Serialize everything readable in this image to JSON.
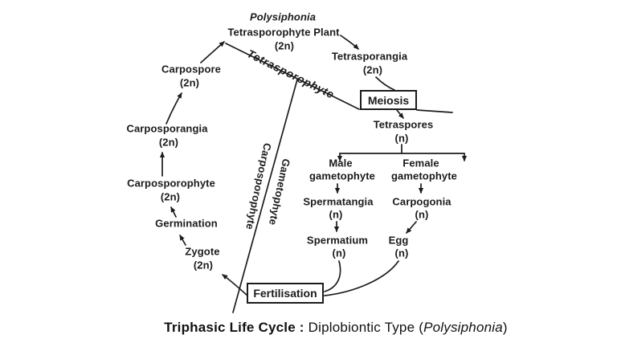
{
  "diagram": {
    "species_title": "Polysiphonia",
    "nodes": {
      "plant": {
        "label": "Tetrasporophyte Plant",
        "ploidy": "(2n)"
      },
      "tetrasporangia": {
        "label": "Tetrasporangia",
        "ploidy": "(2n)"
      },
      "tetraspores": {
        "label": "Tetraspores",
        "ploidy": "(n)"
      },
      "male_gametophyte": {
        "label_line1": "Male",
        "label_line2": "gametophyte"
      },
      "female_gametophyte": {
        "label_line1": "Female",
        "label_line2": "gametophyte"
      },
      "spermatangia": {
        "label": "Spermatangia",
        "ploidy": "(n)"
      },
      "carpogonia": {
        "label": "Carpogonia",
        "ploidy": "(n)"
      },
      "spermatium": {
        "label": "Spermatium",
        "ploidy": "(n)"
      },
      "egg": {
        "label": "Egg",
        "ploidy": "(n)"
      },
      "zygote": {
        "label": "Zygote",
        "ploidy": "(2n)"
      },
      "germination": {
        "label": "Germination"
      },
      "carposporophyte": {
        "label": "Carposporophyte",
        "ploidy": "(2n)"
      },
      "carposporangia": {
        "label": "Carposporangia",
        "ploidy": "(2n)"
      },
      "carpospore": {
        "label": "Carpospore",
        "ploidy": "(2n)"
      }
    },
    "process_boxes": {
      "meiosis": "Meiosis",
      "fertilisation": "Fertilisation"
    },
    "phase_labels": {
      "tetrasporophyte": "Tetrasporophyte",
      "carposporophyte": "Carposporophyte",
      "gametophyte": "Gametophyte"
    },
    "colors": {
      "ink": "#1c1c1c",
      "background": "#ffffff"
    }
  },
  "caption": {
    "title_bold": "Triphasic Life Cycle :",
    "type_text": "Diplobiontic Type",
    "paren_open": "(",
    "species_italic": "Polysiphonia",
    "paren_close": ")"
  }
}
